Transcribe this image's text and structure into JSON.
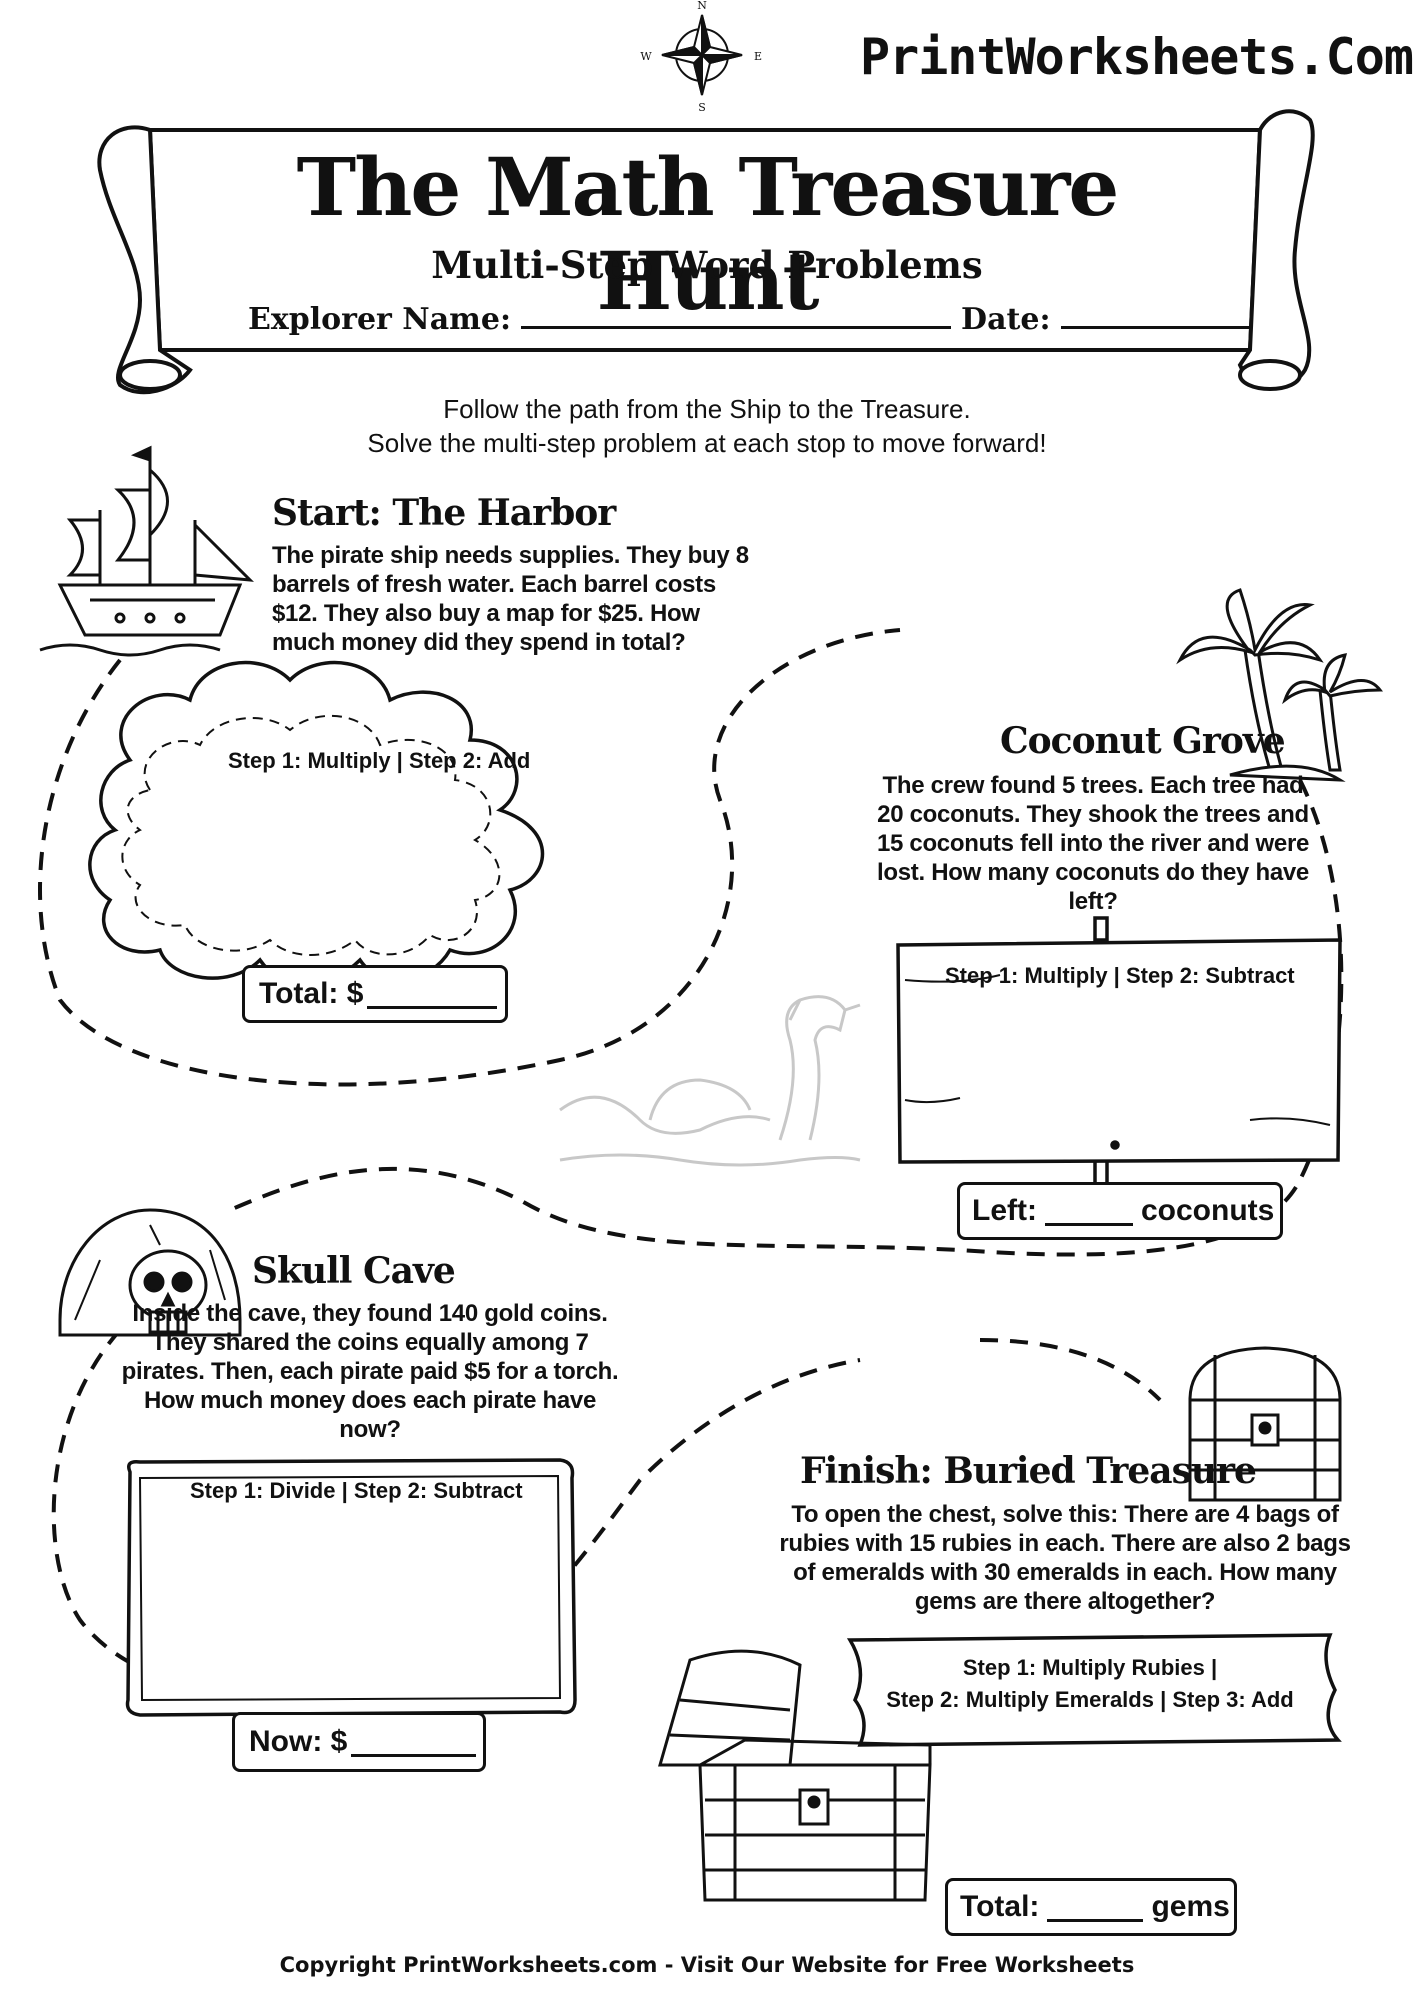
{
  "header": {
    "brand": "PrintWorksheets.Com",
    "title": "The Math Treasure Hunt",
    "subtitle": "Multi-Step Word Problems",
    "name_label": "Explorer Name:",
    "date_label": "Date:",
    "compass_labels": [
      "N",
      "E",
      "S",
      "W"
    ]
  },
  "instructions": {
    "line1": "Follow the path from the Ship to the Treasure.",
    "line2": "Solve the multi-step problem at each stop to move forward!"
  },
  "stops": [
    {
      "heading": "Start: The Harbor",
      "problem": "The pirate ship needs supplies. They buy 8 barrels of fresh water. Each barrel costs $12. They also buy a map for $25. How much money did they spend in total?",
      "steps": "Step 1: Multiply | Step 2: Add",
      "answer_label": "Total: $"
    },
    {
      "heading": "Coconut Grove",
      "problem": "The crew found 5 trees. Each tree had 20 coconuts. They shook the trees and 15 coconuts fell into the river and were lost. How many coconuts do they have left?",
      "steps": "Step 1: Multiply | Step 2: Subtract",
      "answer_label": "Left:",
      "answer_unit": "coconuts"
    },
    {
      "heading": "Skull Cave",
      "problem": "Inside the cave, they found 140 gold coins. They shared the coins equally among 7 pirates. Then, each pirate paid $5 for a torch. How much money does each pirate have now?",
      "steps": "Step 1: Divide | Step 2: Subtract",
      "answer_label": "Now: $"
    },
    {
      "heading": "Finish: Buried Treasure",
      "problem": "To open the chest, solve this: There are 4 bags of rubies with 15 rubies in each. There are also 2 bags of emeralds with 30 emeralds in each. How many gems are there altogether?",
      "steps_line1": "Step 1: Multiply Rubies |",
      "steps_line2": "Step 2: Multiply Emeralds | Step 3: Add",
      "answer_label": "Total:",
      "answer_unit": "gems"
    }
  ],
  "footer": {
    "copyright": "Copyright PrintWorksheets.com - Visit Our Website for Free Worksheets"
  },
  "colors": {
    "ink": "#111111",
    "paper": "#ffffff",
    "faint": "#c8c8c8"
  },
  "icons": [
    "compass-icon",
    "pirate-ship-icon",
    "palm-trees-icon",
    "sea-serpent-icon",
    "skull-cave-icon",
    "closed-chest-icon",
    "open-chest-icon"
  ]
}
